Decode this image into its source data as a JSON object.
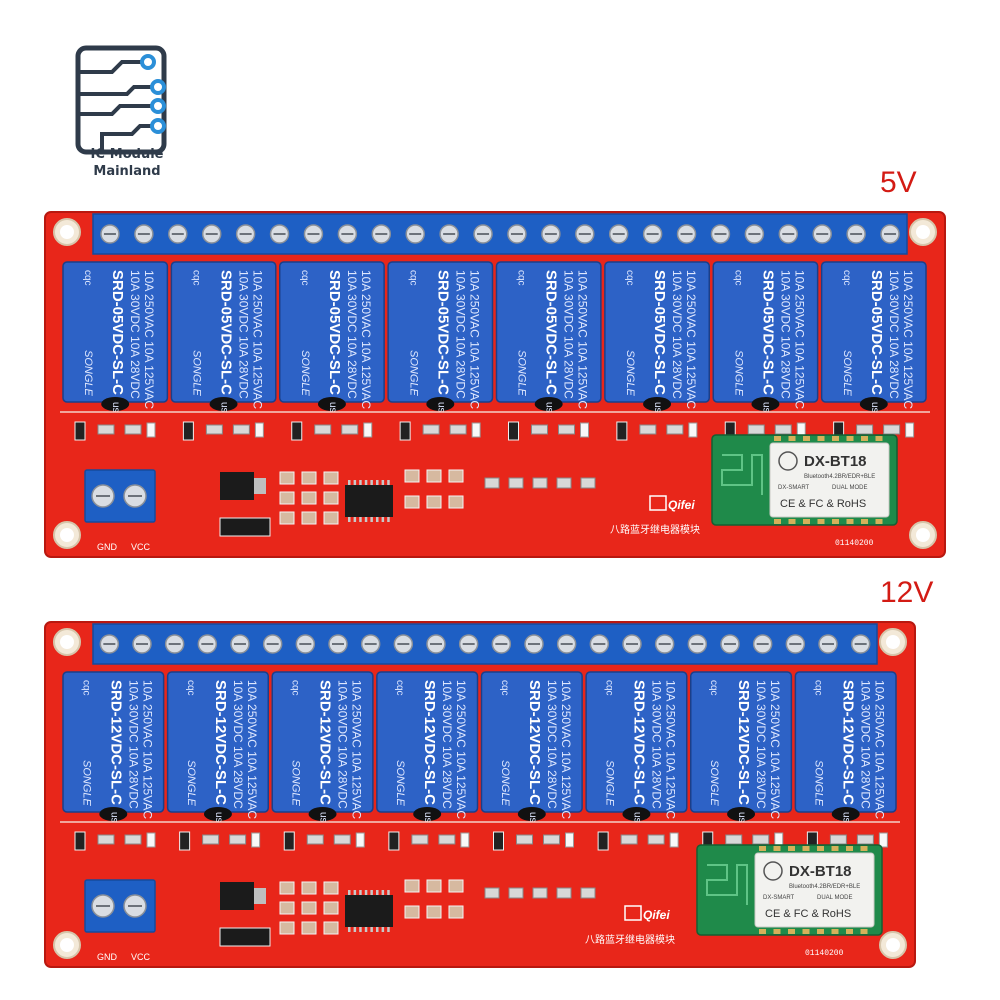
{
  "logo": {
    "line1": "IC·Module",
    "line2": "Mainland",
    "icon": "circuit-trace-icon"
  },
  "boards": [
    {
      "variant_label": "5V",
      "relay_count": 8,
      "relay_text": {
        "brand": "SONGLE",
        "rating1": "10A 250VAC",
        "rating2": "10A 125VAC",
        "rating3": "10A 30VDC",
        "rating4": "10A 28VDC",
        "model": "SRD-05VDC-SL-C",
        "mark": "us",
        "cert": "cqc"
      },
      "bt_module": {
        "name": "DX-BT18",
        "sub": "Bluetooth4.2BR/EDR+BLE",
        "mode": "DUAL MODE",
        "brand": "DX-SMART",
        "certs": "CE & FC & RoHS"
      },
      "power_labels": [
        "GND",
        "VCC"
      ],
      "board_caption": "八路蓝牙继电器模块",
      "serial": "01140200",
      "brand_logo": "Qifei",
      "colors": {
        "pcb": "#e8261a",
        "terminal": "#1e5fc4",
        "relay": "#2d62c6"
      }
    },
    {
      "variant_label": "12V",
      "relay_count": 8,
      "relay_text": {
        "brand": "SONGLE",
        "rating1": "10A 250VAC",
        "rating2": "10A 125VAC",
        "rating3": "10A 30VDC",
        "rating4": "10A 28VDC",
        "model": "SRD-12VDC-SL-C",
        "mark": "us",
        "cert": "cqc"
      },
      "bt_module": {
        "name": "DX-BT18",
        "sub": "Bluetooth4.2BR/EDR+BLE",
        "mode": "DUAL MODE",
        "brand": "DX-SMART",
        "certs": "CE & FC & RoHS"
      },
      "power_labels": [
        "GND",
        "VCC"
      ],
      "board_caption": "八路蓝牙继电器模块",
      "serial": "01140200",
      "brand_logo": "Qifei",
      "colors": {
        "pcb": "#e8261a",
        "terminal": "#1e5fc4",
        "relay": "#2d62c6"
      }
    }
  ]
}
